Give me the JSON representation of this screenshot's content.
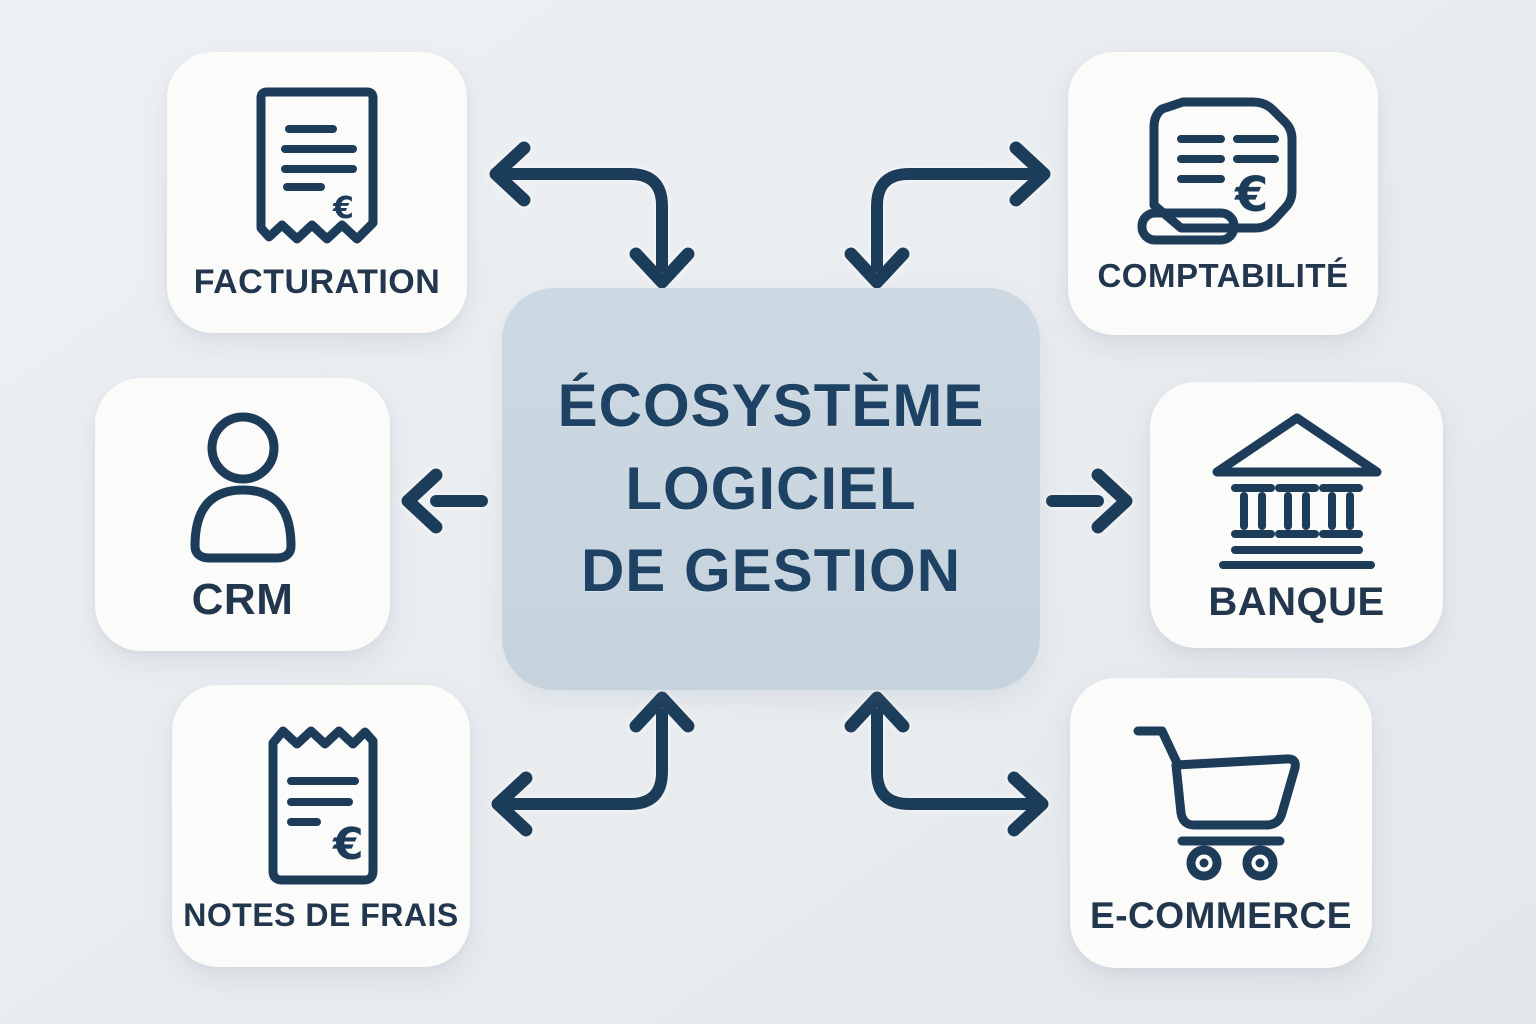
{
  "diagram": {
    "center": {
      "title": "ÉCOSYSTÈME\nLOGICIEL\nDE GESTION"
    },
    "nodes": [
      {
        "id": "facturation",
        "label": "FACTURATION",
        "icon": "invoice-receipt-icon",
        "position": "top-left"
      },
      {
        "id": "comptabilite",
        "label": "COMPTABILITÉ",
        "icon": "accounting-document-icon",
        "position": "top-right"
      },
      {
        "id": "crm",
        "label": "CRM",
        "icon": "customer-person-icon",
        "position": "middle-left"
      },
      {
        "id": "banque",
        "label": "BANQUE",
        "icon": "bank-building-icon",
        "position": "middle-right"
      },
      {
        "id": "notes_de_frais",
        "label": "NOTES DE FRAIS",
        "icon": "expense-receipt-icon",
        "position": "bottom-left"
      },
      {
        "id": "ecommerce",
        "label": "E-COMMERCE",
        "icon": "shopping-cart-icon",
        "position": "bottom-right"
      }
    ],
    "connections": [
      {
        "between": [
          "center",
          "facturation"
        ],
        "shape": "elbow",
        "arrowheads": [
          "facturation",
          "center"
        ]
      },
      {
        "between": [
          "center",
          "comptabilite"
        ],
        "shape": "elbow",
        "arrowheads": [
          "comptabilite",
          "center"
        ]
      },
      {
        "between": [
          "center",
          "crm"
        ],
        "shape": "straight",
        "arrowheads": [
          "crm"
        ]
      },
      {
        "between": [
          "center",
          "banque"
        ],
        "shape": "straight",
        "arrowheads": [
          "banque"
        ]
      },
      {
        "between": [
          "center",
          "notes_de_frais"
        ],
        "shape": "elbow",
        "arrowheads": [
          "notes_de_frais",
          "center"
        ]
      },
      {
        "between": [
          "center",
          "ecommerce"
        ],
        "shape": "elbow",
        "arrowheads": [
          "ecommerce",
          "center"
        ]
      }
    ],
    "icon_symbols": {
      "euro": "€"
    },
    "colors": {
      "background": "#e9edf0",
      "card_bg": "#fbfbf9",
      "center_box_bg": "#c9d5e0",
      "arrow_navy": "#1d3c5a",
      "label_navy": "#22374e",
      "title_navy": "#1d4263",
      "icon_fill_light": "#e9ebed",
      "icon_fill_blue_gray": "#ccd6de"
    }
  }
}
